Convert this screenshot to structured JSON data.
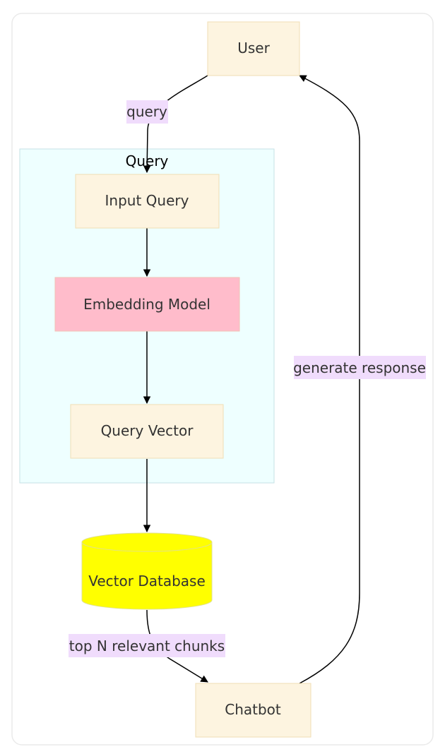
{
  "colors": {
    "node_fill": "#fdf4e0",
    "node_stroke": "#f0deb4",
    "embedding_fill": "#ffbccb",
    "embedding_stroke": "#f2c2b6",
    "database_fill": "#ffff00",
    "database_stroke": "#e0e090",
    "cluster_fill": "#eeffff",
    "cluster_stroke": "#c6e0e6",
    "edge_label_bg": "#f0dcfc",
    "edge_stroke": "#000000",
    "frame_stroke": "#eaeaea"
  },
  "nodes": {
    "user": "User",
    "input_query": "Input Query",
    "embedding_model": "Embedding Model",
    "query_vector": "Query Vector",
    "vector_database": "Vector Database",
    "chatbot": "Chatbot"
  },
  "cluster": {
    "title": "Query"
  },
  "edges": {
    "query": "query",
    "top_chunks": "top N relevant chunks",
    "generate_response": "generate response"
  }
}
